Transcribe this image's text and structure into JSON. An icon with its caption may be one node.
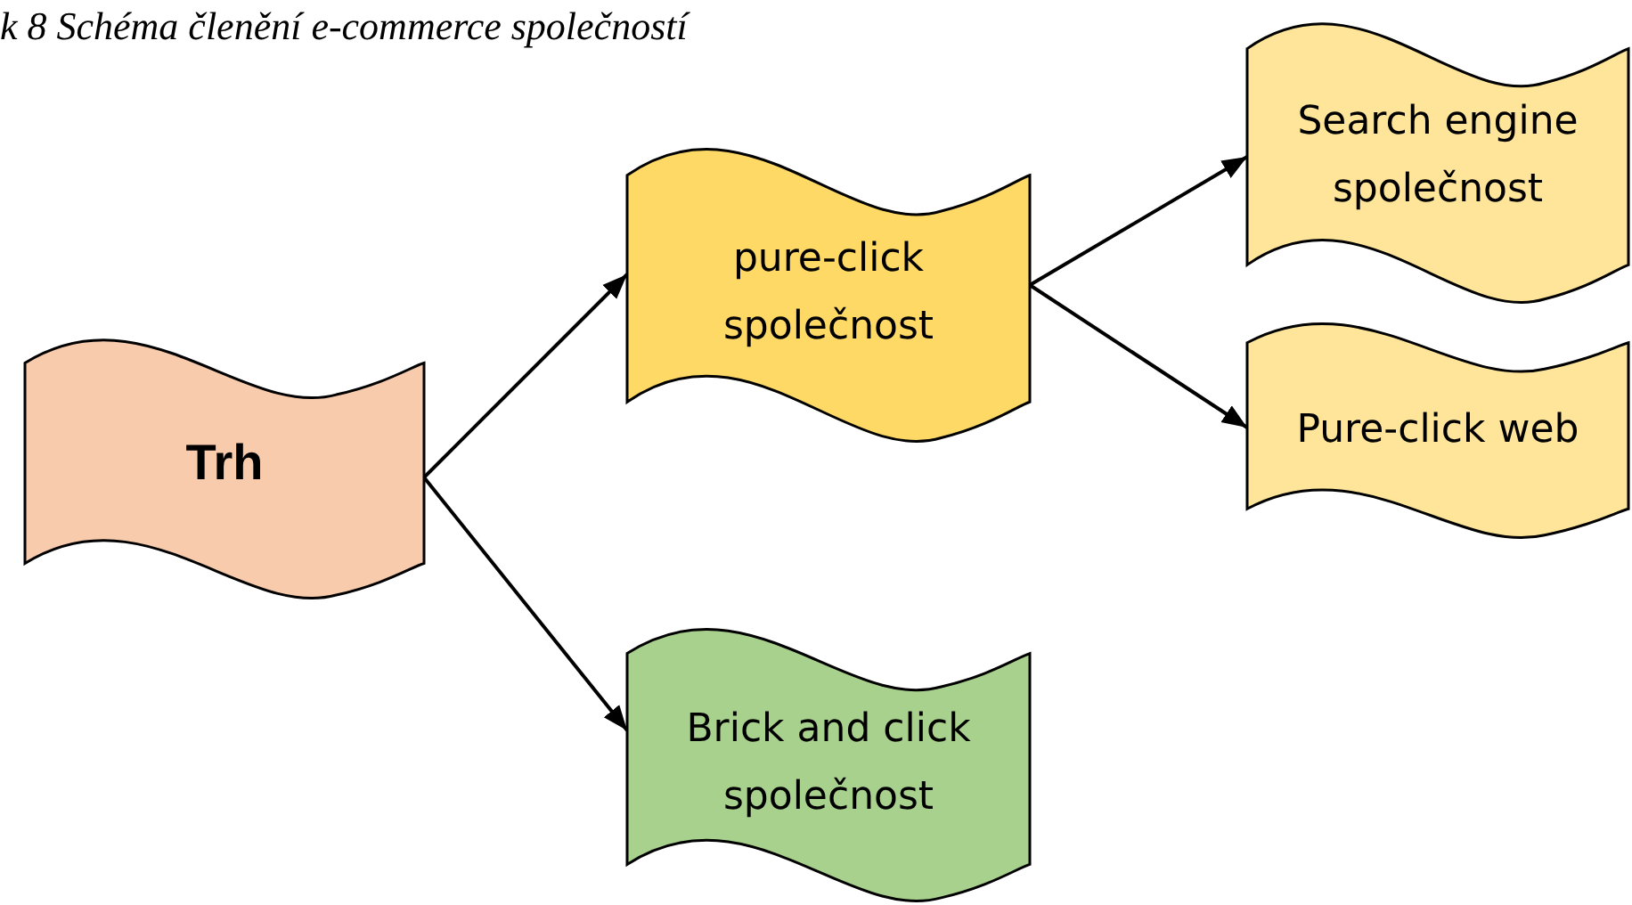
{
  "diagram": {
    "title": "k 8 Schéma členění e-commerce společností",
    "nodes": [
      {
        "text": [
          "Trh"
        ]
      },
      {
        "text": [
          "pure-click společnost"
        ]
      },
      {
        "text": [
          "Search engine společnost"
        ]
      },
      {
        "text": [
          "Pure-click web"
        ]
      },
      {
        "text": [
          "Brick and click společnost"
        ]
      }
    ],
    "edges": [
      {
        "from": 0,
        "to": 1,
        "arrow": "to"
      },
      {
        "from": 0,
        "to": 4,
        "arrow": "to"
      },
      {
        "from": 1,
        "to": 2,
        "arrow": "to"
      },
      {
        "from": 1,
        "to": 3,
        "arrow": "to"
      }
    ]
  }
}
